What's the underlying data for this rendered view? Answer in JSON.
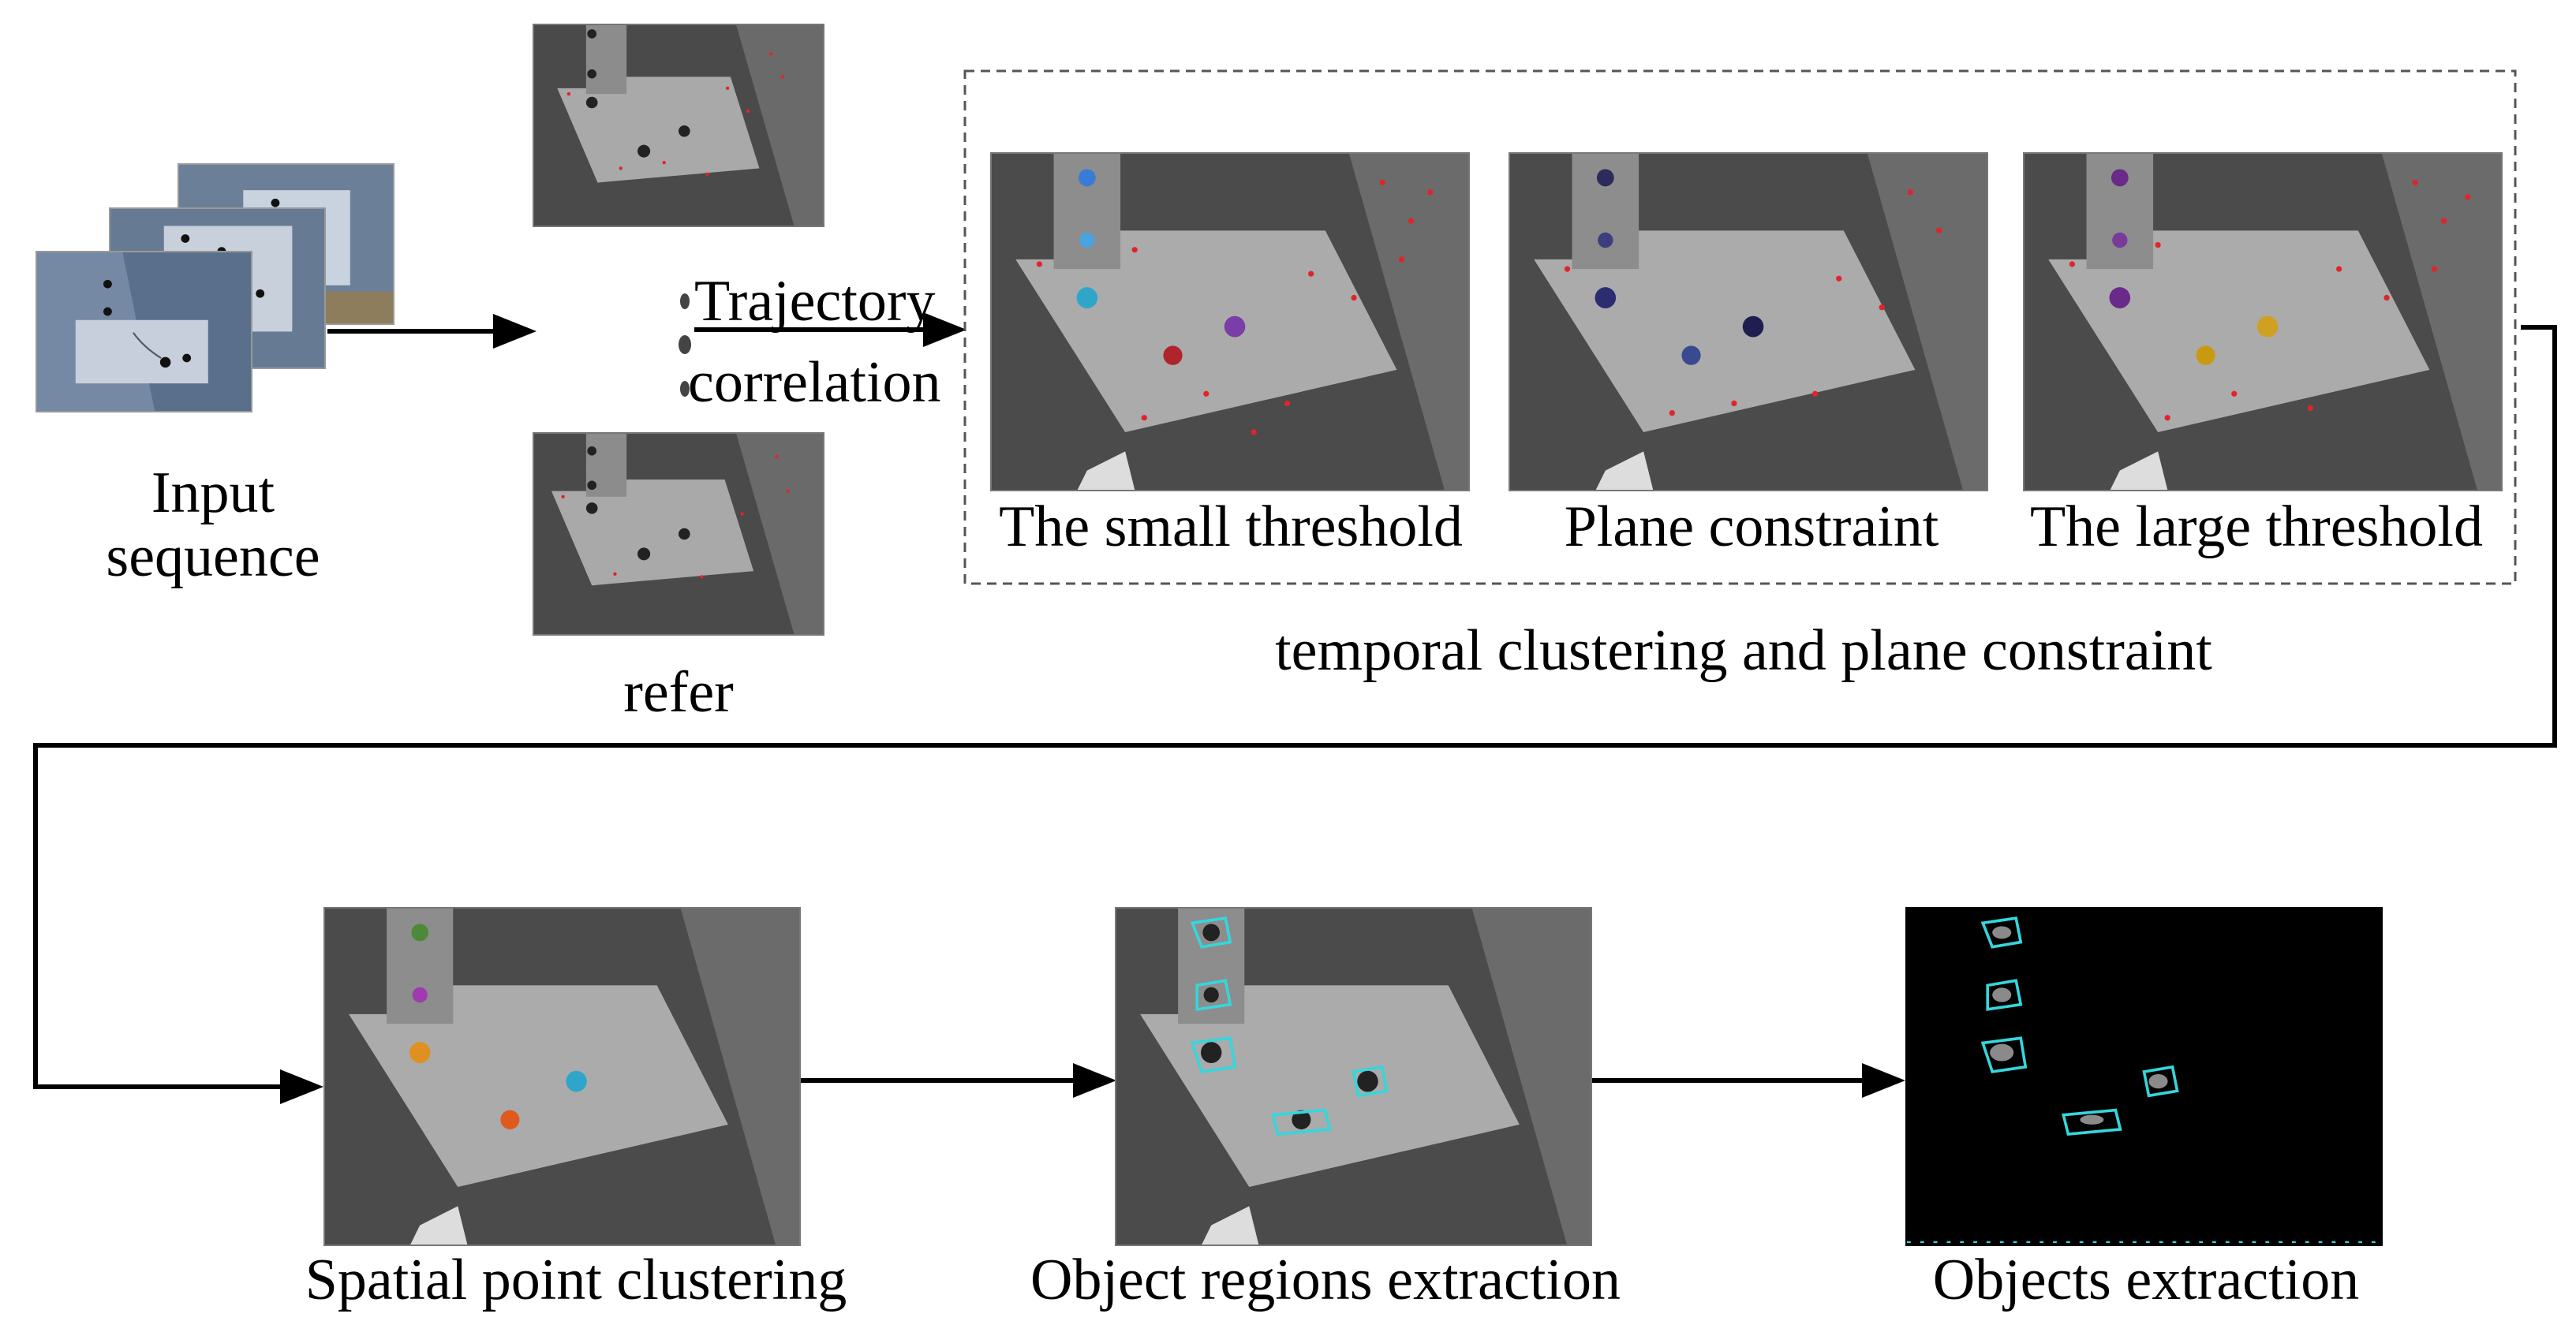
{
  "labels": {
    "input_line1": "Input",
    "input_line2": "sequence",
    "refer": "refer",
    "trajectory_line1": "Trajectory",
    "trajectory_line2": "correlation",
    "small_threshold": "The small threshold",
    "plane_constraint": "Plane constraint",
    "large_threshold": "The large threshold",
    "temporal_group": "temporal clustering and plane constraint",
    "spatial_clustering": "Spatial point clustering",
    "object_regions": "Object regions extraction",
    "objects_extraction": "Objects extraction"
  },
  "colors": {
    "arrow": "#000000",
    "group_border": "#555555",
    "feature_points": "#e0242c",
    "contours": "#35d6dc",
    "aerial_ground": "#4a4a4a",
    "aerial_pad": "#a9a9a9",
    "input_frame_tint": "#5a6f8c"
  },
  "icons": {
    "panel_image": "aerial-airfield-image-icon",
    "arrow": "arrow-right-icon"
  }
}
